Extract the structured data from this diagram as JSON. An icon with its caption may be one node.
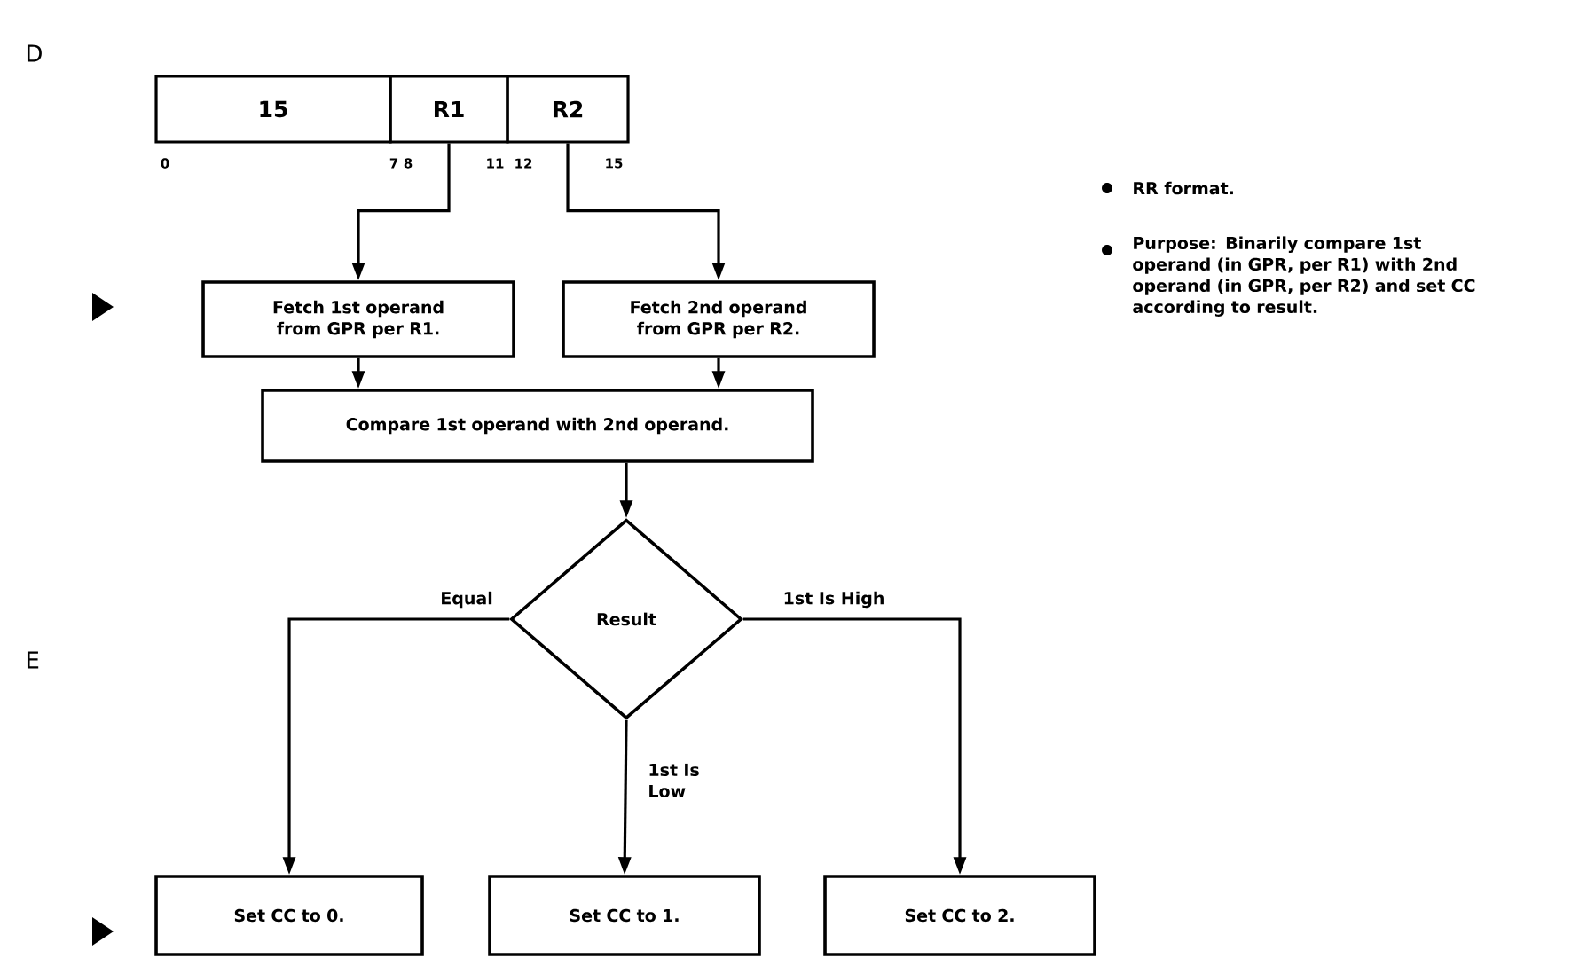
{
  "diagram": {
    "nodes": [
      {
        "text": [
          "15"
        ]
      },
      {
        "text": [
          "R1"
        ]
      },
      {
        "text": [
          "R2"
        ]
      },
      {
        "text": [
          "Fetch 1st operand from GPR per R1."
        ]
      },
      {
        "text": [
          "Fetch 2nd operand from GPR per R2."
        ]
      },
      {
        "text": [
          "Compare 1st operand with 2nd operand."
        ]
      },
      {
        "text": [
          "Result"
        ]
      },
      {
        "text": [
          "Set CC to 0."
        ]
      },
      {
        "text": [
          "Set CC to 1."
        ]
      },
      {
        "text": [
          "Set CC to 2."
        ]
      }
    ],
    "edges": [
      {
        "from": 1,
        "to": 3,
        "arrow": "to"
      },
      {
        "from": 2,
        "to": 4,
        "arrow": "to"
      },
      {
        "from": 3,
        "to": 5,
        "arrow": "to"
      },
      {
        "from": 4,
        "to": 5,
        "arrow": "to"
      },
      {
        "from": 5,
        "to": 6,
        "arrow": "to"
      },
      {
        "from": 6,
        "to": 7,
        "arrow": "to",
        "label": "Equal"
      },
      {
        "from": 6,
        "to": 8,
        "arrow": "to",
        "label": "1st Is Low"
      },
      {
        "from": 6,
        "to": 9,
        "arrow": "to",
        "label": "1st Is High"
      }
    ],
    "labels": [
      "D",
      "0",
      "7",
      "8",
      "11",
      "12",
      "15",
      "RR format.",
      "Purpose: Binarily compare 1st operand (in GPR, per R1) with 2nd operand (in GPR, per R2) and set CC according to result.",
      "E"
    ]
  }
}
